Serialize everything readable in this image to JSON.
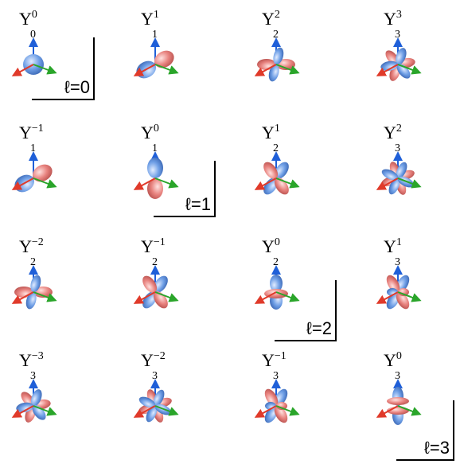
{
  "cells": [
    {
      "l": 0,
      "m": 0,
      "label": "Y",
      "sub": "0",
      "sup": "0",
      "shape": "sphere"
    },
    {
      "l": 1,
      "m": 1,
      "label": "Y",
      "sub": "1",
      "sup": "1",
      "shape": "p-horizontal"
    },
    {
      "l": 2,
      "m": 2,
      "label": "Y",
      "sub": "2",
      "sup": "2",
      "shape": "d-four-lobe"
    },
    {
      "l": 3,
      "m": 3,
      "label": "Y",
      "sub": "3",
      "sup": "3",
      "shape": "f-six-lobe"
    },
    {
      "l": 1,
      "m": -1,
      "label": "Y",
      "sub": "1",
      "sup": "−1",
      "shape": "p-horizontal"
    },
    {
      "l": 1,
      "m": 0,
      "label": "Y",
      "sub": "1",
      "sup": "0",
      "shape": "p-vertical"
    },
    {
      "l": 2,
      "m": 1,
      "label": "Y",
      "sub": "2",
      "sup": "1",
      "shape": "d-diagonal"
    },
    {
      "l": 3,
      "m": 2,
      "label": "Y",
      "sub": "3",
      "sup": "2",
      "shape": "f-eight-lobe"
    },
    {
      "l": 2,
      "m": -2,
      "label": "Y",
      "sub": "2",
      "sup": "−2",
      "shape": "d-four-lobe"
    },
    {
      "l": 2,
      "m": -1,
      "label": "Y",
      "sub": "2",
      "sup": "−1",
      "shape": "d-diagonal"
    },
    {
      "l": 2,
      "m": 0,
      "label": "Y",
      "sub": "2",
      "sup": "0",
      "shape": "d-z2"
    },
    {
      "l": 3,
      "m": 1,
      "label": "Y",
      "sub": "3",
      "sup": "1",
      "shape": "f-diagonal"
    },
    {
      "l": 3,
      "m": -3,
      "label": "Y",
      "sub": "3",
      "sup": "−3",
      "shape": "f-six-lobe"
    },
    {
      "l": 3,
      "m": -2,
      "label": "Y",
      "sub": "3",
      "sup": "−2",
      "shape": "f-eight-lobe"
    },
    {
      "l": 3,
      "m": -1,
      "label": "Y",
      "sub": "3",
      "sup": "−1",
      "shape": "f-diagonal"
    },
    {
      "l": 3,
      "m": 0,
      "label": "Y",
      "sub": "3",
      "sup": "0",
      "shape": "f-z3"
    }
  ],
  "degree_markers": [
    {
      "label": "ℓ=0"
    },
    {
      "label": "ℓ=1"
    },
    {
      "label": "ℓ=2"
    },
    {
      "label": "ℓ=3"
    }
  ],
  "colors": {
    "positive_lobe": "#e8837f",
    "negative_lobe": "#6f9fe6",
    "axis_x": "#e03a2a",
    "axis_y": "#2aa52a",
    "axis_z": "#1f5fd8",
    "marker_line": "#000000"
  }
}
